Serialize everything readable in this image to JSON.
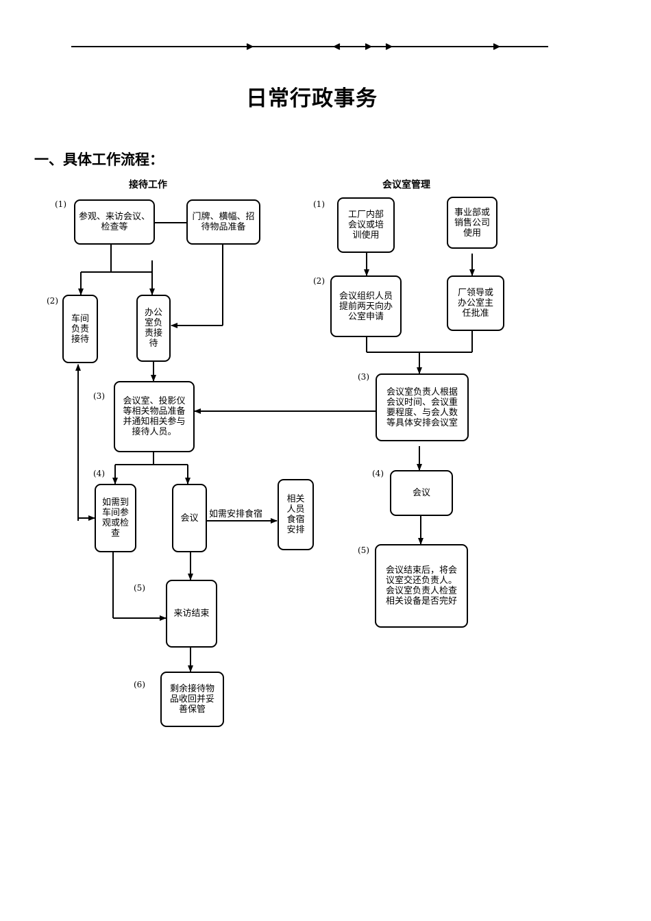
{
  "title": "日常行政事务",
  "section": "一、具体工作流程：",
  "reception": {
    "heading": "接待工作",
    "steps": [
      "(1)",
      "(2)",
      "(3)",
      "(4)",
      "(5)",
      "(6)"
    ],
    "boxes": {
      "visit": "参观、来访会议、检查等",
      "signs": "门牌、横幅、招待物品准备",
      "workshop": "车间负责接待",
      "office": "办公室负责接待",
      "prepare": "会议室、投影仪等相关物品准备并通知相关参与接待人员。",
      "tour": "如需到车间参观或检查",
      "meeting": "会议",
      "lodging": "相关人员食宿安排",
      "end": "来访结束",
      "storage": "剩余接待物品收回并妥善保管"
    },
    "edge_label": "如需安排食宿"
  },
  "meeting_room": {
    "heading": "会议室管理",
    "steps": [
      "(1)",
      "(2)",
      "(3)",
      "(4)",
      "(5)"
    ],
    "boxes": {
      "factory": "工厂内部会议或培训使用",
      "division": "事业部或销售公司使用",
      "apply": "会议组织人员提前两天向办公室申请",
      "approve": "厂领导或办公室主任批准",
      "arrange": "会议室负责人根据会议时间、会议重要程度、与会人数等具体安排会议室",
      "meeting": "会议",
      "after": "会议结束后，将会议室交还负责人。会议室负责人检查相关设备是否完好"
    }
  }
}
